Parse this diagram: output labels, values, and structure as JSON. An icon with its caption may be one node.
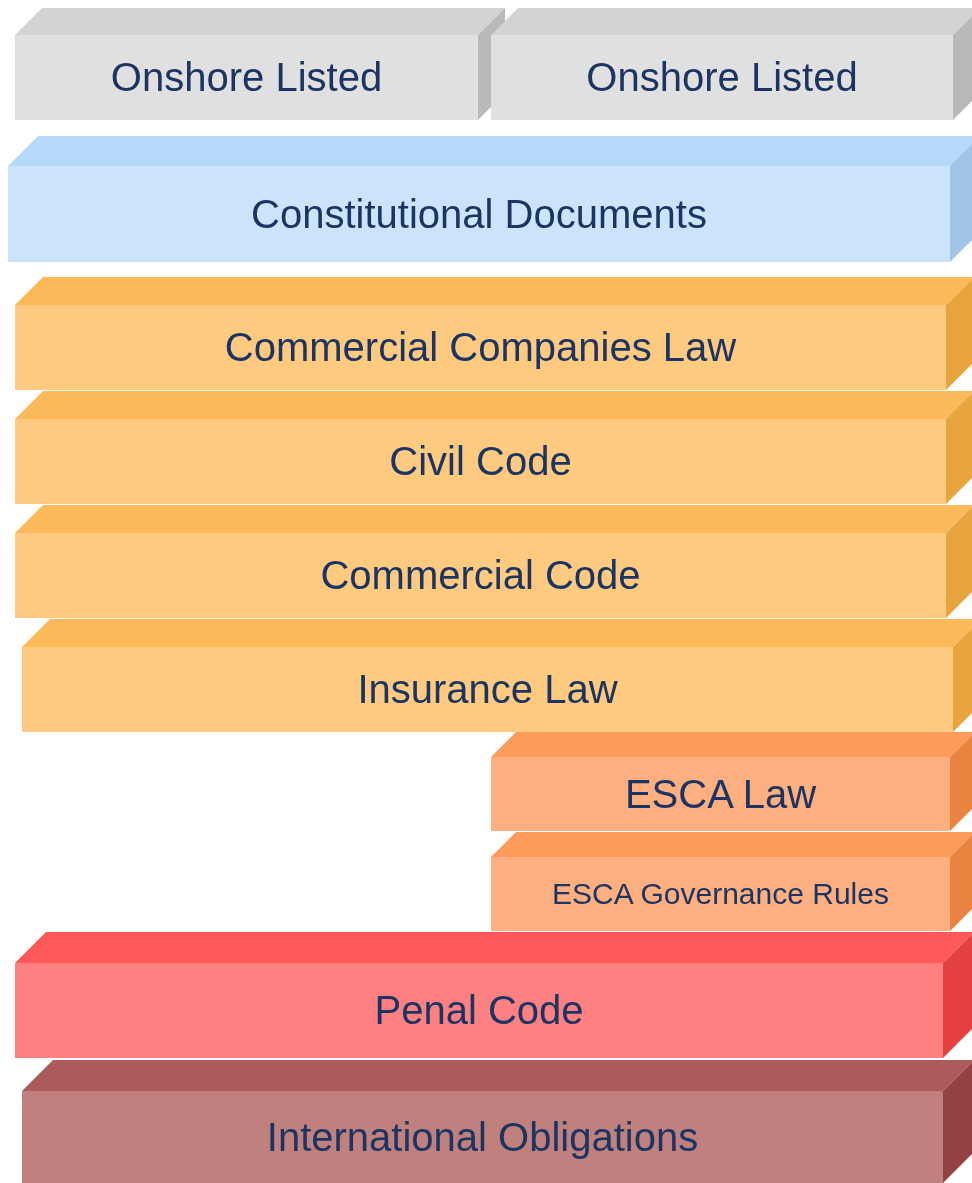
{
  "diagram": {
    "nodes": [
      {
        "text": [
          "Onshore Listed"
        ]
      },
      {
        "text": [
          "Onshore Listed"
        ]
      },
      {
        "text": [
          "Constitutional Documents"
        ]
      },
      {
        "text": [
          "Commercial Companies Law"
        ]
      },
      {
        "text": [
          "Civil Code"
        ]
      },
      {
        "text": [
          "Commercial Code"
        ]
      },
      {
        "text": [
          "Insurance Law"
        ]
      },
      {
        "text": [
          "ESCA Law"
        ]
      },
      {
        "text": [
          "ESCA Governance Rules"
        ]
      },
      {
        "text": [
          "Penal Code"
        ]
      },
      {
        "text": [
          "International Obligations"
        ]
      }
    ]
  }
}
